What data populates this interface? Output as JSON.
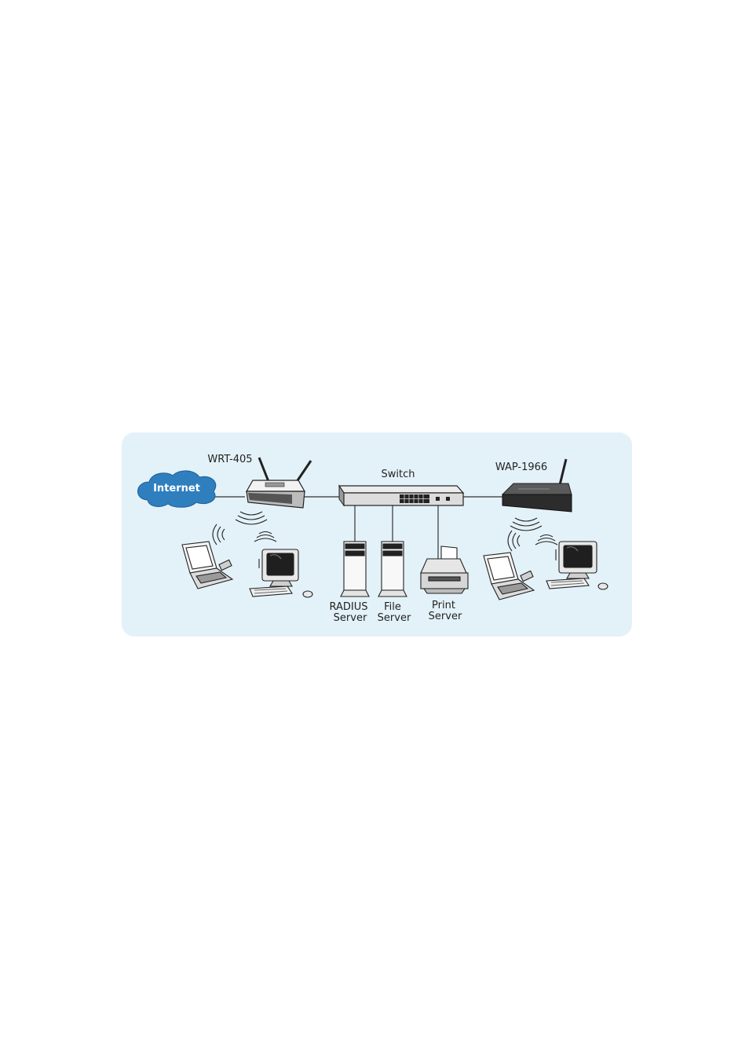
{
  "diagram": {
    "internet": "Internet",
    "router": "WRT-405",
    "switch": "Switch",
    "access_point": "WAP-1966",
    "radius_line1": "RADIUS",
    "radius_line2": "Server",
    "file_line1": "File",
    "file_line2": "Server",
    "print_line1": "Print",
    "print_line2": "Server"
  },
  "colors": {
    "panel": "#e3f2f8",
    "cloud": "#2f7fbf",
    "device_dark": "#3a3a3a"
  }
}
